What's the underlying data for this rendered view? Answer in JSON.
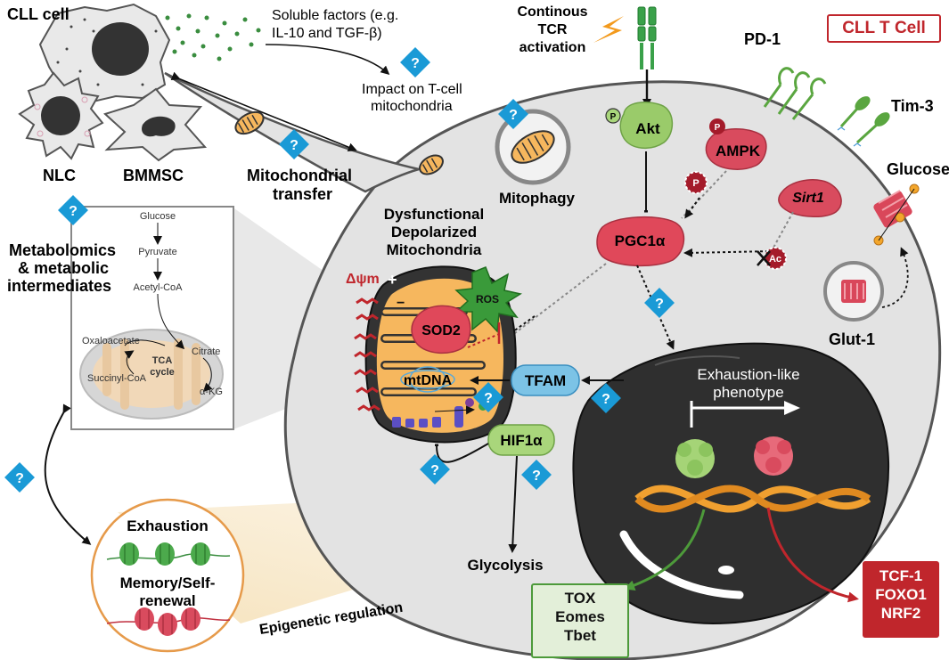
{
  "header": {
    "cll_cell": "CLL cell",
    "cll_t_cell": "CLL T Cell",
    "nlc": "NLC",
    "bmmsc": "BMMSC"
  },
  "extrinsic": {
    "soluble_factors_1": "Soluble factors (e.g.",
    "soluble_factors_2": "IL-10 and TGF-β)",
    "impact_1": "Impact on T-cell",
    "impact_2": "mitochondria",
    "mito_transfer_1": "Mitochondrial",
    "mito_transfer_2": "transfer",
    "metabolomics_1": "Metabolomics",
    "metabolomics_2": "& metabolic",
    "metabolomics_3": "intermediates"
  },
  "pathway": {
    "glucose": "Glucose",
    "pyruvate": "Pyruvate",
    "acetyl_coa": "Acetyl-CoA",
    "citrate": "Citrate",
    "oxaloacetate": "Oxaloacetate",
    "tca_1": "TCA",
    "tca_2": "cycle",
    "succinyl_coa": "Succinyl-CoA",
    "akg": "α-KG"
  },
  "signaling": {
    "tcr_1": "Continous",
    "tcr_2": "TCR",
    "tcr_3": "activation",
    "pd1": "PD-1",
    "tim3": "Tim-3",
    "glucose": "Glucose",
    "glut1": "Glut-1",
    "akt": "Akt",
    "ampk": "AMPK",
    "sirt1": "Sirt1",
    "pgc1a": "PGC1α",
    "phospho": "P",
    "acetyl": "Ac",
    "mitophagy": "Mitophagy",
    "dysfunctional_1": "Dysfunctional",
    "dysfunctional_2": "Depolarized",
    "dysfunctional_3": "Mitochondria",
    "delta_psi": "Δψm",
    "ros": "ROS",
    "sod2": "SOD2",
    "mtdna": "mtDNA",
    "tfam": "TFAM",
    "hif1a": "HIF1α",
    "glycolysis": "Glycolysis",
    "plus": "+",
    "minus": "−"
  },
  "nucleus": {
    "exhaustion_like_1": "Exhaustion-like",
    "exhaustion_like_2": "phenotype"
  },
  "epigenetics": {
    "exhaustion": "Exhaustion",
    "memory_1": "Memory/Self-",
    "memory_2": "renewal",
    "regulation": "Epigenetic regulation"
  },
  "outputs": {
    "green_1": "TOX",
    "green_2": "Eomes",
    "green_3": "Tbet",
    "red_1": "TCF-1",
    "red_2": "FOXO1",
    "red_3": "NRF2"
  },
  "colors": {
    "cell_fill": "#e3e3e3",
    "nucleus_fill": "#2f2f2f",
    "question_blue": "#1a9ad6",
    "protein_green": "#9acb6a",
    "protein_red": "#e0485a",
    "mito_orange": "#f6b75e",
    "tfam_blue": "#7cc3e6",
    "accent_red": "#c0262c"
  },
  "icons": [
    "question-icon",
    "cll-cell-icon",
    "nlc-icon",
    "bmmsc-icon",
    "mitochondrion-icon",
    "tcr-receptor-icon",
    "pd1-receptor-icon",
    "tim3-receptor-icon",
    "glut1-transporter-icon",
    "lightning-icon",
    "nucleosome-icon",
    "dna-helix-icon",
    "ros-burst-icon"
  ]
}
